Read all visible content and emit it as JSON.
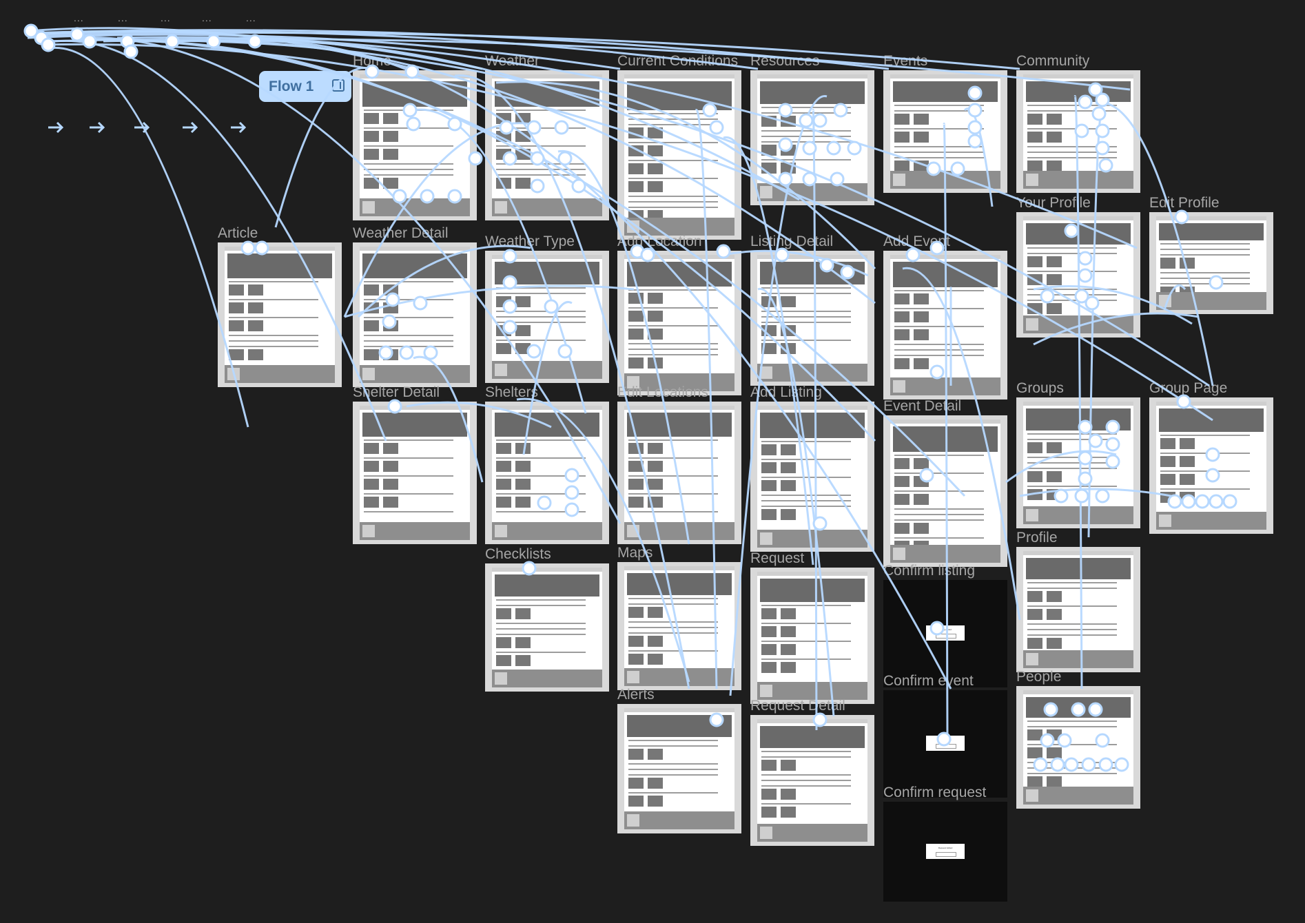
{
  "canvas": {
    "background": "#1e1e1e",
    "accent": "#b6d8ff"
  },
  "flow": {
    "label": "Flow 1"
  },
  "frame_titles": [
    "Home",
    "Weather",
    "Current Conditions",
    "Resources",
    "Events",
    "Community",
    "Article",
    "Weather Detail",
    "Weather Type",
    "Add Location",
    "Listing Detail",
    "Add Event",
    "Your Profile",
    "Edit Profile",
    "Shelter Detail",
    "Shelters",
    "Edit Locations",
    "Add Listing",
    "Event Detail",
    "Groups",
    "Group Page",
    "Checklists",
    "Maps",
    "Request",
    "Confirm listing",
    "Profile",
    "Confirm event",
    "Alerts",
    "Request Detail",
    "People",
    "Confirm request"
  ],
  "toolbar_dots": [
    "...",
    "...",
    "...",
    "...",
    "..."
  ],
  "dialogs": {
    "confirm_listing": "Listing Added",
    "confirm_event": "Event Added",
    "confirm_request": "Request Added"
  }
}
